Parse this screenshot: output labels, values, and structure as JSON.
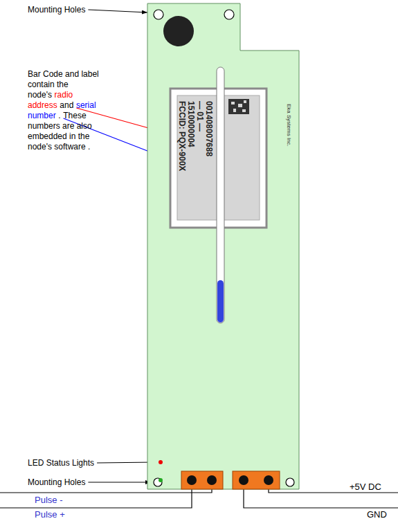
{
  "diagram": {
    "nodes": [
      {
        "text": [
          "Eka Systems Inc."
        ]
      },
      {
        "text": [
          "001408007688",
          "— 01 —",
          "1510000004",
          "FCCID: PQX-900X"
        ],
        "in": 0
      }
    ],
    "labels": [
      "Mounting Holes",
      "Bar Code and label contain the node's",
      "radio address",
      "and",
      "serial number",
      ".",
      "These numbers are also embedded in the node's software .",
      "LED Status Lights",
      "Mounting Holes",
      "+5V DC",
      "Pulse -",
      "GND",
      "Pulse +"
    ]
  }
}
